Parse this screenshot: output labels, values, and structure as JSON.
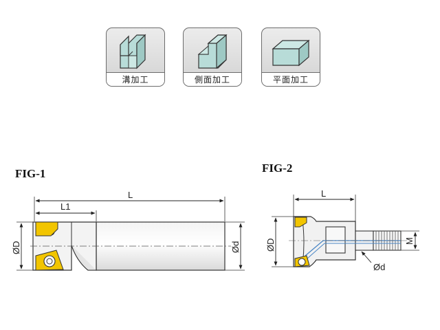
{
  "operations": [
    {
      "label": "溝加工",
      "icon": "slot-milling-icon"
    },
    {
      "label": "側面加工",
      "icon": "side-milling-icon"
    },
    {
      "label": "平面加工",
      "icon": "face-milling-icon"
    }
  ],
  "figures": [
    {
      "title": "FIG-1",
      "dims": {
        "length": "L",
        "flute_length": "L1",
        "cut_dia": "ØD",
        "shank_dia": "Ød"
      }
    },
    {
      "title": "FIG-2",
      "dims": {
        "length": "L",
        "cut_dia": "ØD",
        "thread": "M",
        "neck_dia": "Ød"
      }
    }
  ],
  "colors": {
    "insert": "#f2c500",
    "line": "#333333",
    "shade": "#dddddd",
    "solid": "#b8dcd8"
  }
}
